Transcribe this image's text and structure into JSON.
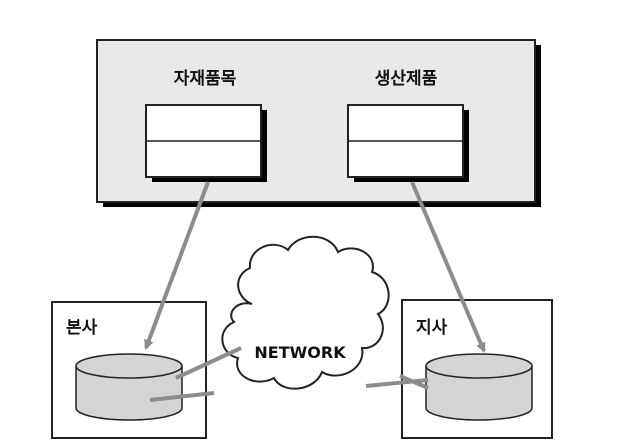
{
  "diagram": {
    "top_box": {
      "tables": [
        {
          "label": "자재품목"
        },
        {
          "label": "생산제품"
        }
      ]
    },
    "sites": [
      {
        "label": "본사"
      },
      {
        "label": "지사"
      }
    ],
    "network": {
      "label": "NETWORK"
    },
    "colors": {
      "frame_fill": "#e9e9e9",
      "table_fill": "#ffffff",
      "shadow": "#000000",
      "arrow": "#8c8c8c",
      "cylinder": "#d4d4d4",
      "stroke": "#222222"
    }
  }
}
